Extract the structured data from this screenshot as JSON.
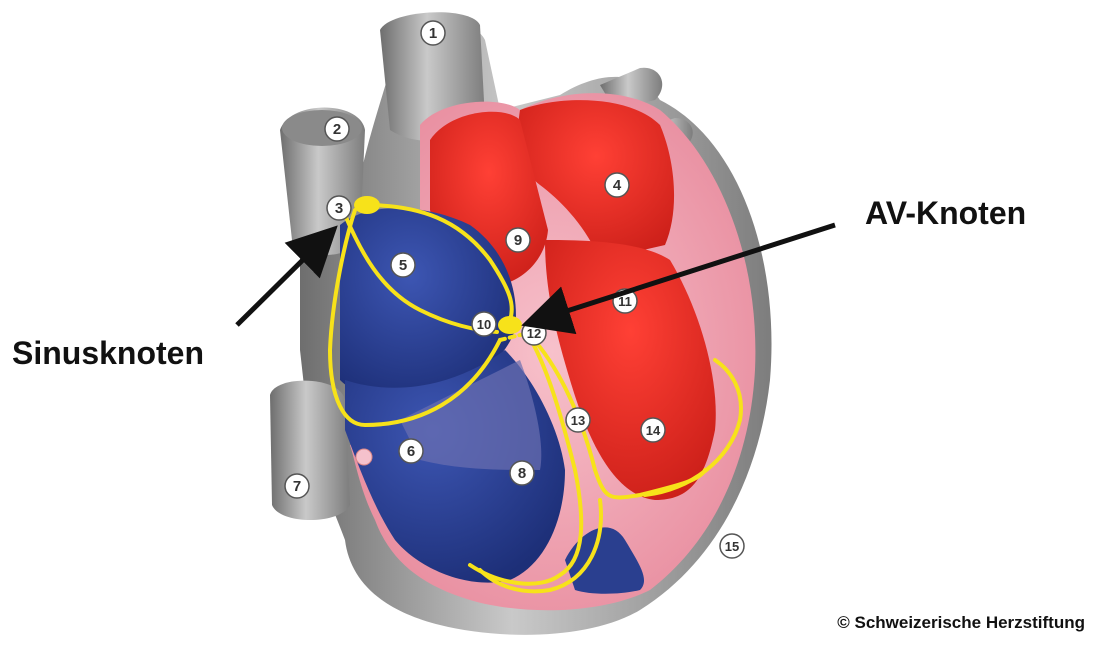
{
  "labels": {
    "sinus_node": "Sinusknoten",
    "av_node": "AV-Knoten"
  },
  "copyright": "© Schweizerische Herzstiftung",
  "markers": [
    "1",
    "2",
    "3",
    "4",
    "5",
    "6",
    "7",
    "8",
    "9",
    "10",
    "11",
    "12",
    "13",
    "14",
    "15"
  ],
  "colors": {
    "vessel": "#9a9a9a",
    "right_heart": "#2a3f8f",
    "left_heart": "#e0302a",
    "myocardium": "#f0a6b4",
    "conduction": "#f7e21a"
  }
}
